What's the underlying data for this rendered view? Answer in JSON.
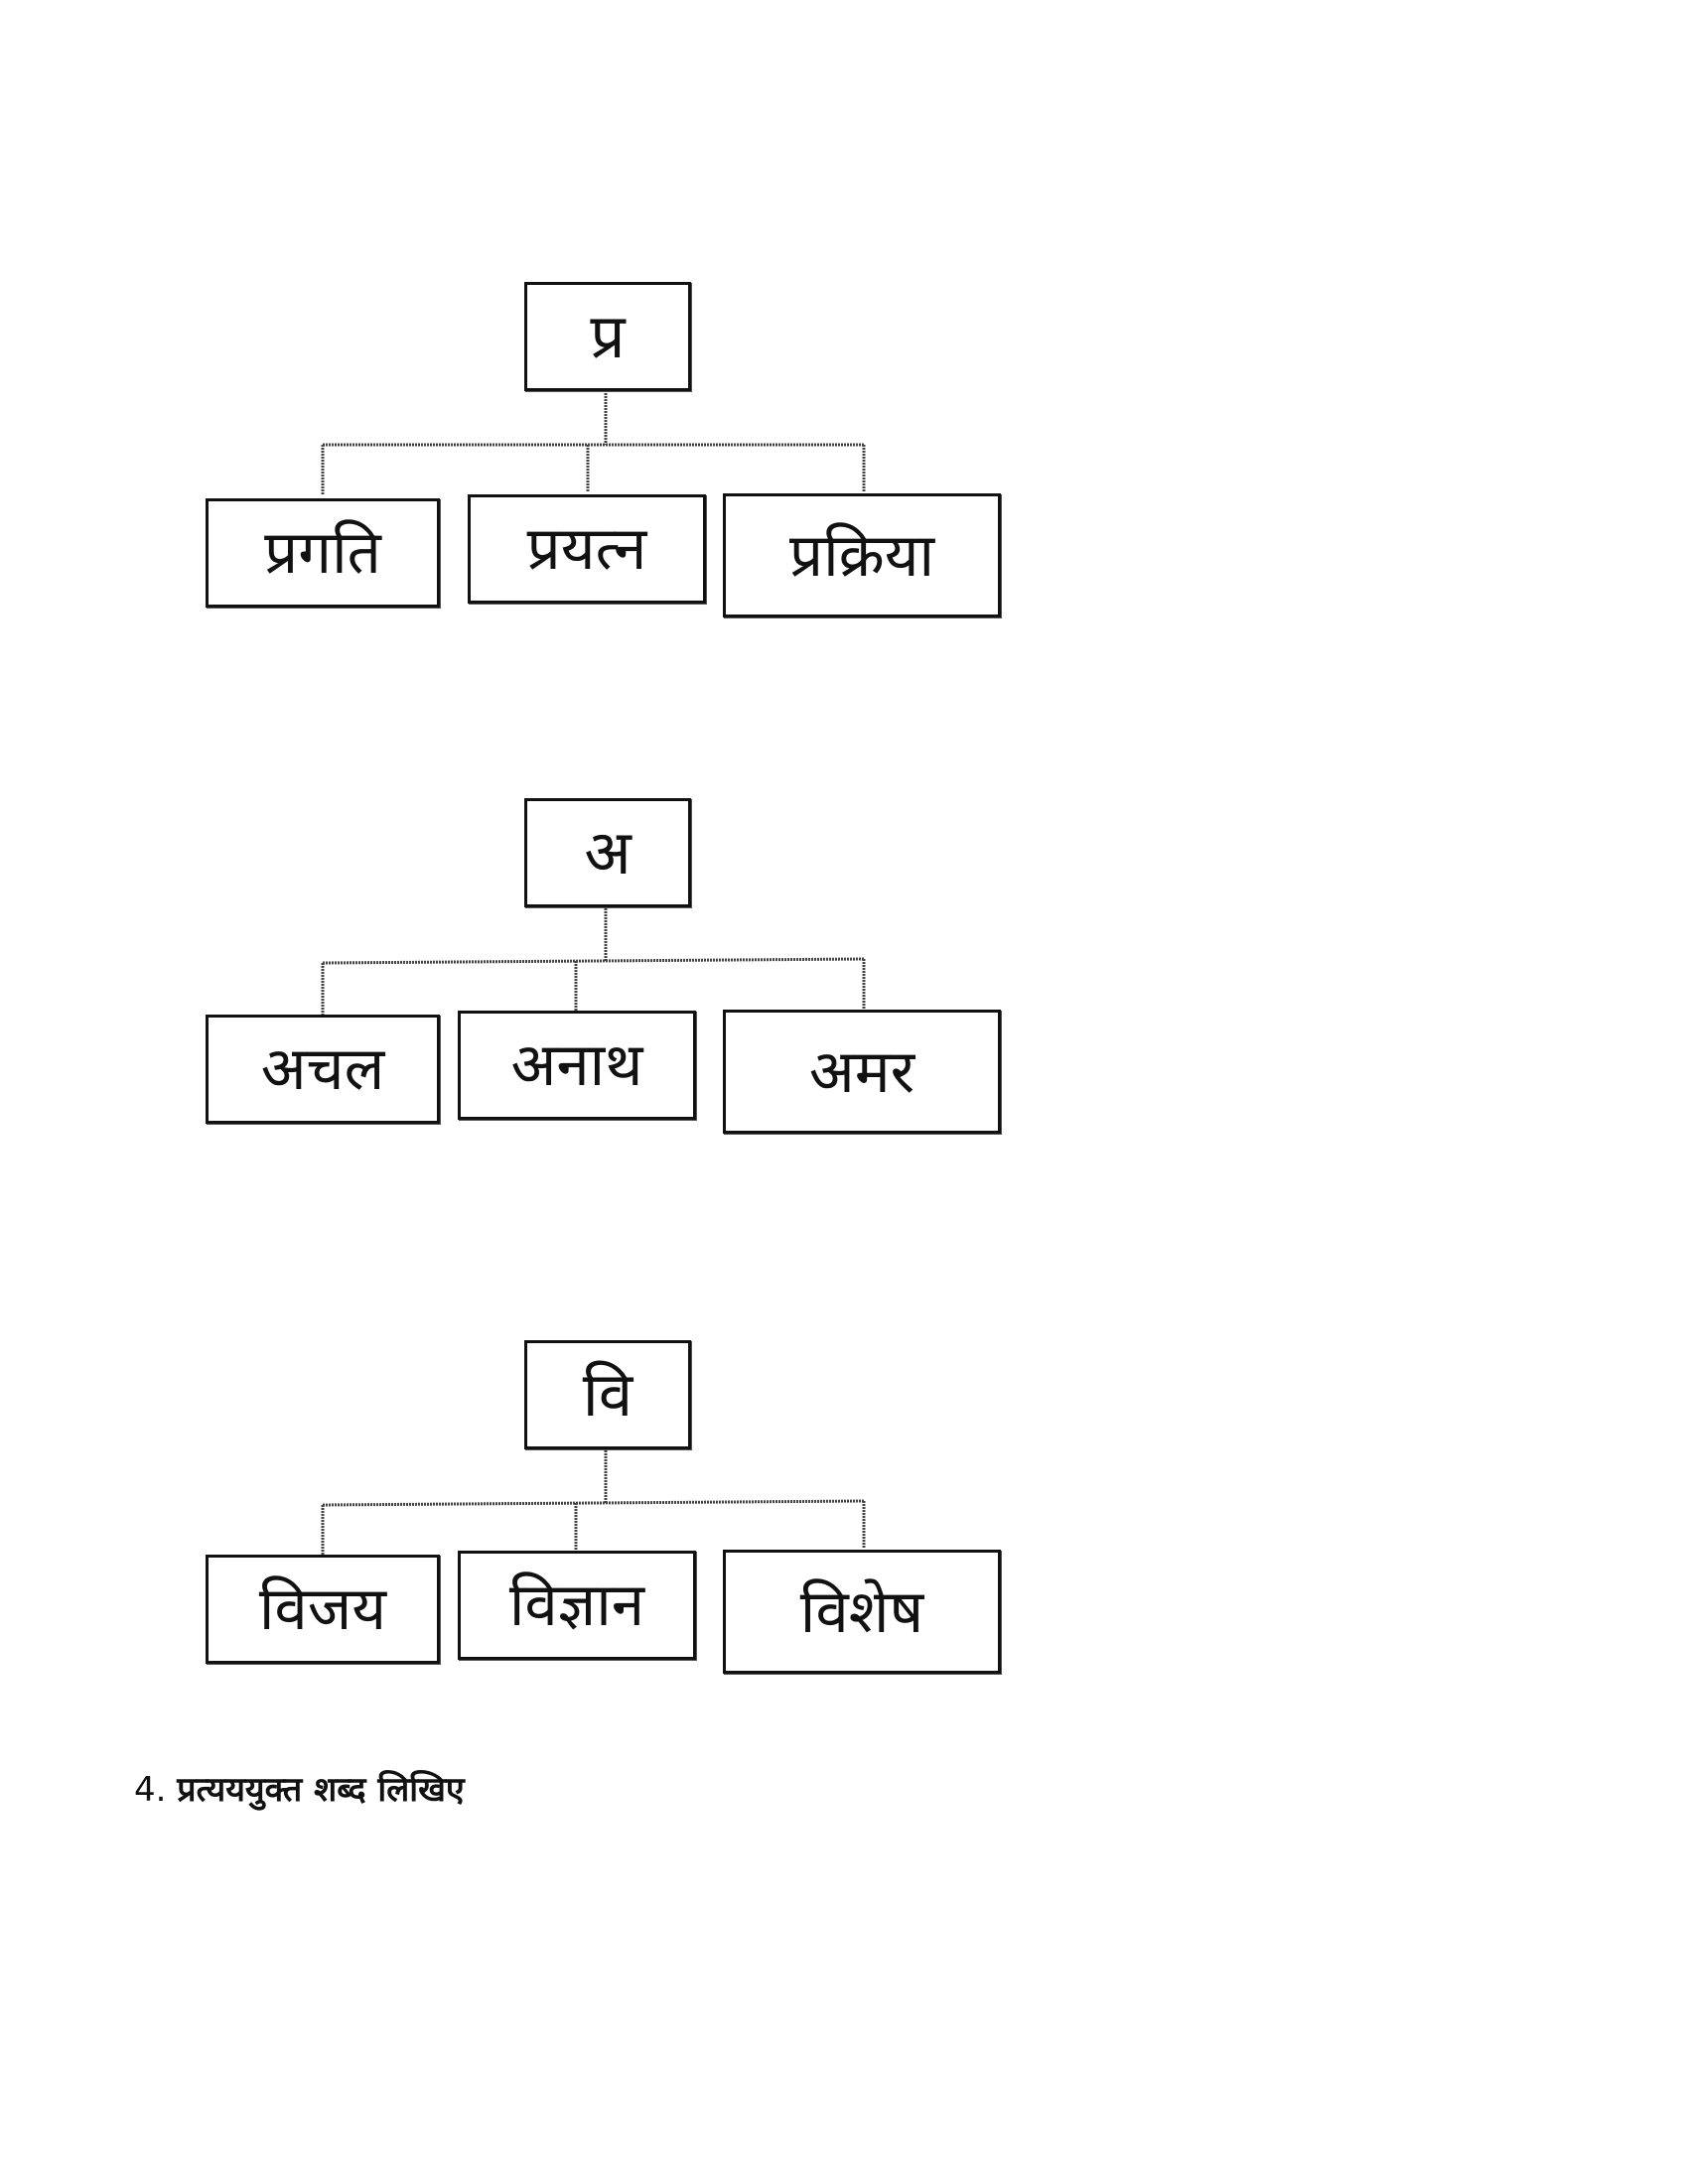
{
  "diagrams": [
    {
      "root": "प्र",
      "children": [
        "प्रगति",
        "प्रयत्न",
        "प्रक्रिया"
      ]
    },
    {
      "root": "अ",
      "children": [
        "अचल",
        "अनाथ",
        "अमर"
      ]
    },
    {
      "root": "वि",
      "children": [
        "विजय",
        "विज्ञान",
        "विशेष"
      ]
    }
  ],
  "question": {
    "number": "4.",
    "text": "प्रत्यययुक्त शब्द लिखिए"
  }
}
